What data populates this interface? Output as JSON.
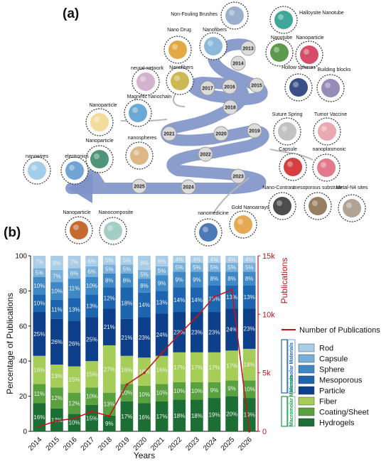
{
  "panel_a": {
    "label": "(a)",
    "years": [
      "2013",
      "2014",
      "2015",
      "2016",
      "2017",
      "2018",
      "2019",
      "2020",
      "2021",
      "2022",
      "2023",
      "2024",
      "2025"
    ],
    "nodes": [
      {
        "label": "Non-Fouling Brushes",
        "color": "#8fa6c8"
      },
      {
        "label": "Halloysite Nanotube",
        "color": "#2a9d8f"
      },
      {
        "label": "Nano Drug",
        "color": "#e0a030"
      },
      {
        "label": "Nanofibers",
        "color": "#7fb0d8"
      },
      {
        "label": "Nanotube",
        "color": "#4b8f3a"
      },
      {
        "label": "Nanoparticle",
        "color": "#d03a58"
      },
      {
        "label": "neural network",
        "color": "#cfa8c8"
      },
      {
        "label": "Nanofibers",
        "color": "#c8b040"
      },
      {
        "label": "Hollow spheres",
        "color": "#233c7a"
      },
      {
        "label": "Building blocks",
        "color": "#8a7fb0"
      },
      {
        "label": "Nanoparticle",
        "color": "#f0d890"
      },
      {
        "label": "Magnetic nanochain",
        "color": "#5aa0d0"
      },
      {
        "label": "Suture Spring",
        "color": "#bbbbbb"
      },
      {
        "label": "Tumor Vaccine",
        "color": "#e8a0a8"
      },
      {
        "label": "Nanoparticle",
        "color": "#3c8a6a"
      },
      {
        "label": "nanospheres",
        "color": "#d8b07a"
      },
      {
        "label": "Capsule",
        "color": "#d02a2a"
      },
      {
        "label": "nanoplasmonic",
        "color": "#e06a80"
      },
      {
        "label": "nanowires",
        "color": "#9ac8e8"
      },
      {
        "label": "electronics",
        "color": "#5f9ad0"
      },
      {
        "label": "Nano-Contrast",
        "color": "#3a3a3a"
      },
      {
        "label": "mesoporous substrate",
        "color": "#8a7050"
      },
      {
        "label": "Metal-N4 sites",
        "color": "#a89a8a"
      },
      {
        "label": "Nanoparticle",
        "color": "#c05a1a"
      },
      {
        "label": "Nanocomposite",
        "color": "#9ac8c0"
      },
      {
        "label": "nanomedicine",
        "color": "#3a6ab0"
      },
      {
        "label": "Gold Nanoarrays",
        "color": "#e0a040"
      }
    ]
  },
  "panel_b": {
    "label": "(b)",
    "colors": {
      "Rod": "#a9cde6",
      "Capsule": "#78b0da",
      "Sphere": "#3f88c6",
      "Mesoporous": "#1d66af",
      "Particle": "#0e3f8a",
      "Fiber": "#a5cd57",
      "Coating/Sheet": "#58a13e",
      "Hydrogels": "#1d6e34",
      "line": "#c0161c"
    },
    "bracket_micro": "Micromolar Materials",
    "bracket_macro": "Macromolar Materials"
  },
  "chart_data": {
    "type": "bar",
    "stacked": true,
    "categories": [
      "2014",
      "2015",
      "2016",
      "2017",
      "2018",
      "2019",
      "2020",
      "2021",
      "2022",
      "2023",
      "2024",
      "2025",
      "2026"
    ],
    "xlabel": "Years",
    "ylabel": "Percentage of Publications",
    "ylim": [
      0,
      100
    ],
    "yticks": [
      "0",
      "20",
      "40",
      "60",
      "80",
      "100"
    ],
    "y2label": "Publications",
    "y2lim": [
      0,
      15000
    ],
    "y2ticks": [
      "0",
      "5k",
      "10k",
      "15k"
    ],
    "series": [
      {
        "name": "Hydrogels",
        "values": [
          16,
          13,
          10,
          15,
          9,
          17,
          16,
          17,
          18,
          18,
          19,
          20,
          19
        ]
      },
      {
        "name": "Coating/Sheet",
        "values": [
          11,
          12,
          12,
          10,
          13,
          10,
          10,
          10,
          10,
          10,
          9,
          9,
          10
        ]
      },
      {
        "name": "Fiber",
        "values": [
          16,
          13,
          15,
          15,
          27,
          16,
          16,
          16,
          17,
          17,
          17,
          17,
          18
        ]
      },
      {
        "name": "Particle",
        "values": [
          25,
          26,
          26,
          25,
          21,
          21,
          23,
          24,
          23,
          23,
          23,
          24,
          23
        ]
      },
      {
        "name": "Mesoporous",
        "values": [
          10,
          11,
          13,
          13,
          12,
          18,
          14,
          13,
          14,
          14,
          15,
          13,
          13
        ]
      },
      {
        "name": "Sphere",
        "values": [
          10,
          10,
          11,
          10,
          8,
          8,
          8,
          9,
          9,
          9,
          8,
          8,
          8
        ]
      },
      {
        "name": "Capsule",
        "values": [
          5,
          7,
          6,
          6,
          5,
          5,
          5,
          5,
          5,
          5,
          5,
          5,
          5
        ]
      },
      {
        "name": "Rod",
        "values": [
          7,
          8,
          7,
          6,
          5,
          5,
          8,
          6,
          4,
          4,
          4,
          4,
          4
        ]
      }
    ],
    "labels": [
      [
        "16%",
        "13%",
        "10%",
        "15%",
        "9%",
        "17%",
        "16%",
        "17%",
        "18%",
        "18%",
        "19%",
        "20%",
        "19%"
      ],
      [
        "11%",
        "12%",
        "12%",
        "10%",
        "13%",
        "10%",
        "10%",
        "10%",
        "10%",
        "10%",
        "9%",
        "9%",
        "10%"
      ],
      [
        "16%",
        "13%",
        "15%",
        "15%",
        "27%",
        "16%",
        "16%",
        "16%",
        "17%",
        "17%",
        "17%",
        "17%",
        "18%"
      ],
      [
        "25%",
        "26%",
        "26%",
        "25%",
        "21%",
        "21%",
        "23%",
        "24%",
        "23%",
        "23%",
        "23%",
        "24%",
        "23%"
      ],
      [
        "10%",
        "11%",
        "13%",
        "13%",
        "12%",
        "18%",
        "14%",
        "13%",
        "14%",
        "14%",
        "15%",
        "13%",
        "13%"
      ],
      [
        "10%",
        "10%",
        "11%",
        "10%",
        "8%",
        "8%",
        "8%",
        "9%",
        "9%",
        "9%",
        "8%",
        "8%",
        "8%"
      ],
      [
        "5%",
        "7%",
        "6%",
        "6%",
        "5%",
        "5%",
        "5%",
        "5%",
        "5%",
        "5%",
        "5%",
        "5%",
        "5%"
      ],
      [
        "7%",
        "8%",
        "7%",
        "6%",
        "5%",
        "5%",
        "8%",
        "6%",
        "4%",
        "4%",
        "4%",
        "4%",
        "4%"
      ]
    ],
    "line": {
      "name": "Number of Publications",
      "values": [
        400,
        900,
        1100,
        1700,
        1300,
        4000,
        5000,
        6700,
        8300,
        9800,
        11500,
        12100,
        0
      ]
    },
    "legend": [
      "Rod",
      "Capsule",
      "Sphere",
      "Mesoporous",
      "Particle",
      "Fiber",
      "Coating/Sheet",
      "Hydrogels"
    ],
    "legend_position": "right"
  }
}
